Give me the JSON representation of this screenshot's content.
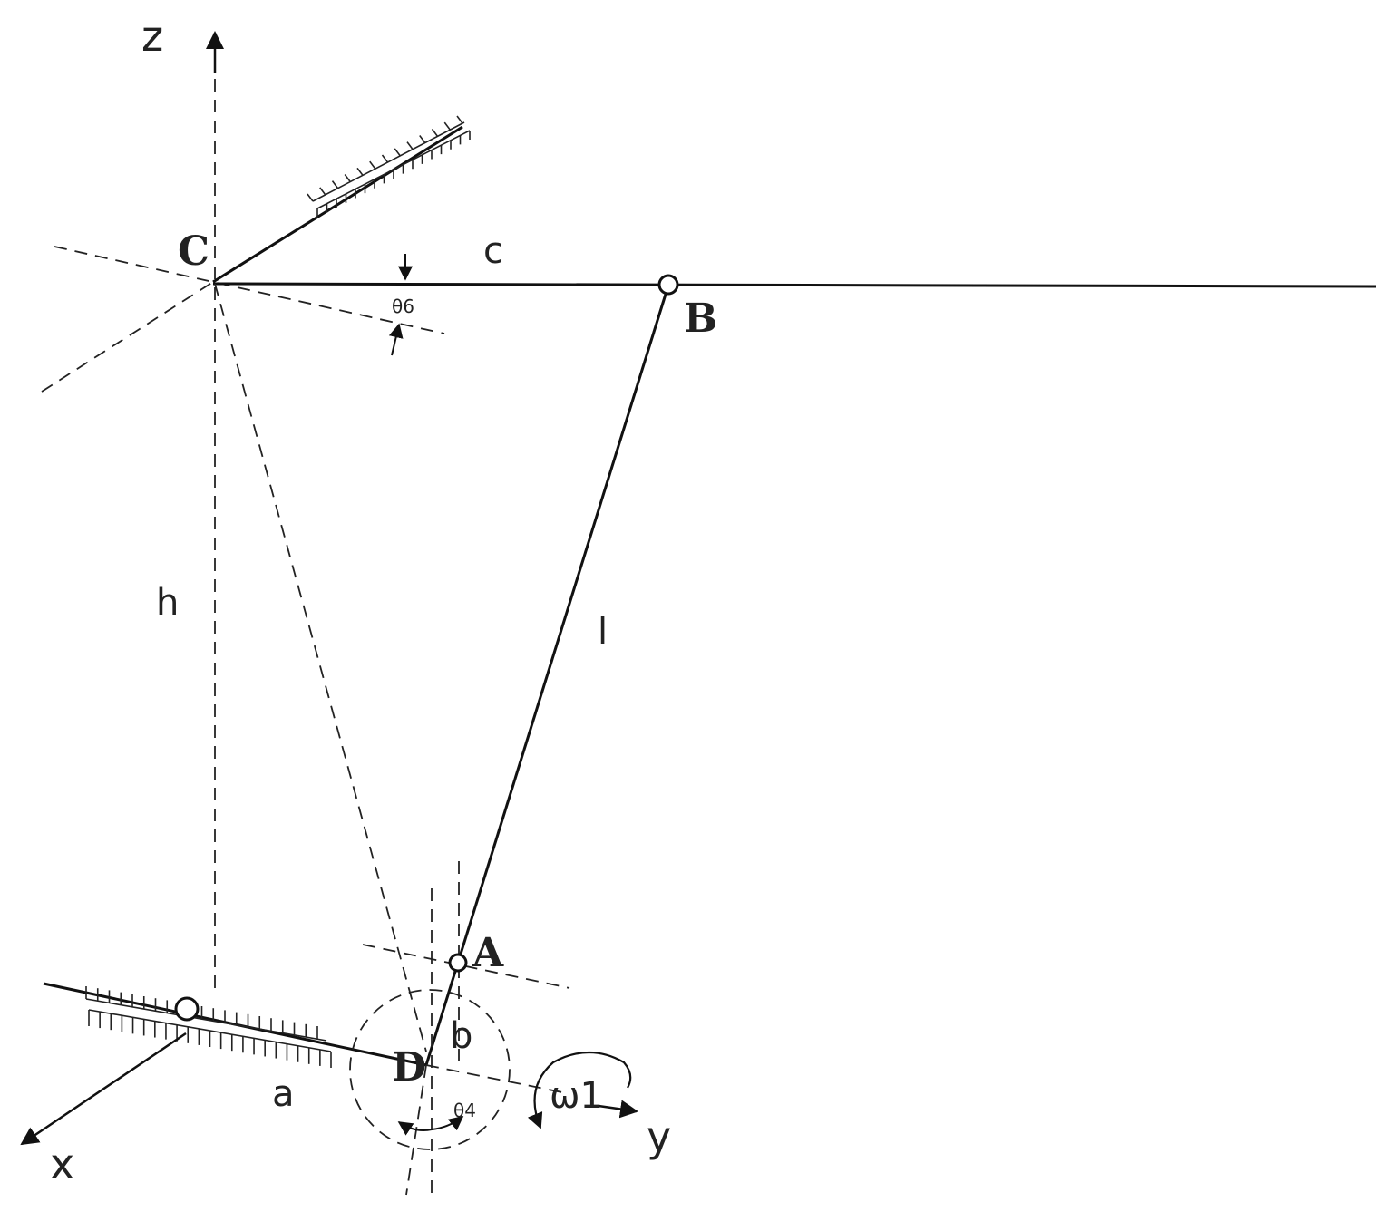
{
  "labels": {
    "axis_z": "z",
    "axis_x": "x",
    "axis_y": "y",
    "point_c": "C",
    "point_b": "B",
    "point_a": "A",
    "point_d": "D",
    "len_c": "c",
    "len_h": "h",
    "len_l": "l",
    "len_b": "b",
    "len_a": "a",
    "angle_6": "θ6",
    "angle_4": "θ4",
    "omega": "ω1"
  }
}
